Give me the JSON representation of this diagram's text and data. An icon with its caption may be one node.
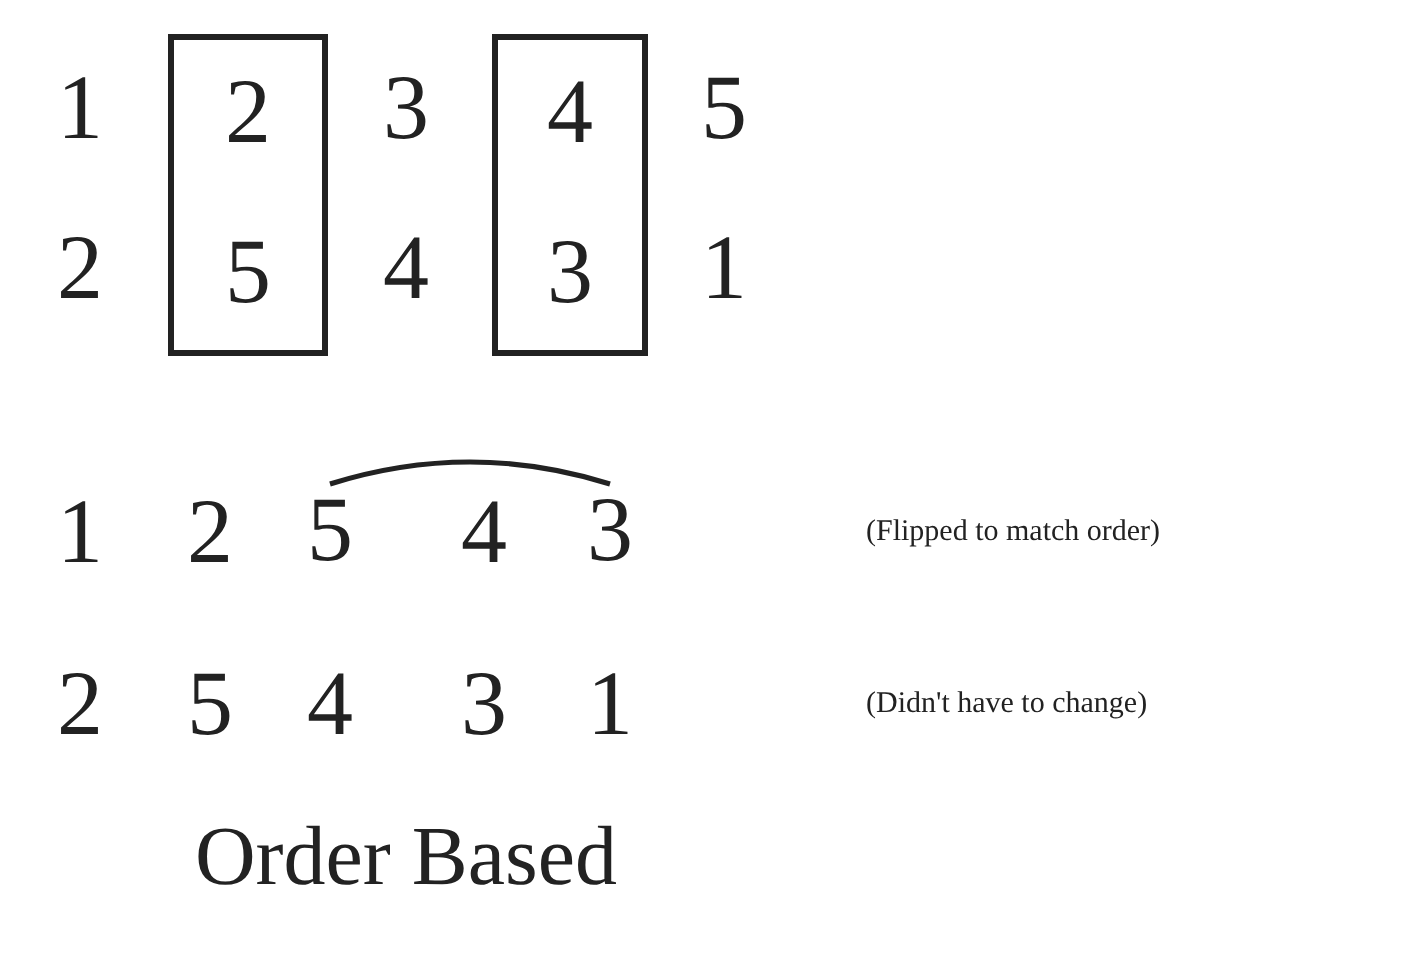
{
  "diagram": {
    "caption": "Order Based",
    "nodes": [
      {
        "text": [
          "2",
          "5"
        ]
      },
      {
        "text": [
          "4",
          "3"
        ]
      },
      {
        "text": [
          "5"
        ]
      },
      {
        "text": [
          "3"
        ]
      }
    ],
    "edges": [
      {
        "from": 2,
        "to": 3,
        "arrow": "none"
      }
    ],
    "labels": [
      "1",
      "3",
      "5",
      "2",
      "4",
      "1",
      "1",
      "2",
      "4",
      "(Flipped to match order)",
      "2",
      "5",
      "4",
      "3",
      "1",
      "(Didn't have to change)"
    ]
  }
}
